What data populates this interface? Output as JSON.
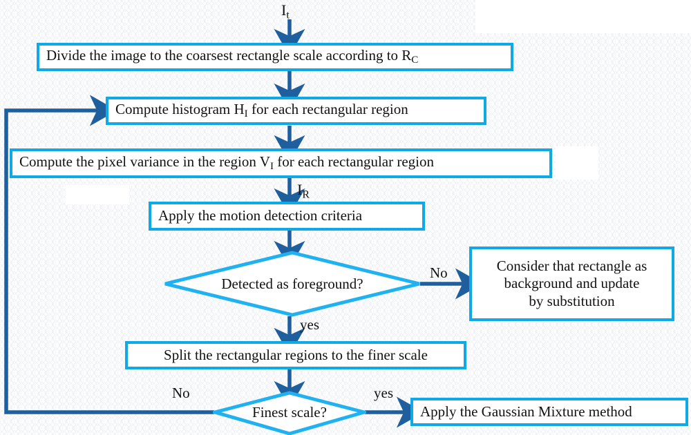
{
  "diagram": {
    "title": "Hierarchical rectangle-based motion detection flowchart",
    "type": "flowchart",
    "colors": {
      "node_border": "#0fa9e6",
      "connector": "#1f5f9e",
      "text": "#121212",
      "background": "#fdfdfe"
    }
  },
  "labels": {
    "input_signal": "I",
    "input_signal_sub": "t",
    "region_signal": "I",
    "region_signal_sub": "R"
  },
  "nodes": [
    {
      "id": "divide",
      "shape": "process",
      "text_pre": "Divide the image to the coarsest rectangle scale according to R",
      "text_sub": "C",
      "text_post": ""
    },
    {
      "id": "histogram",
      "shape": "process",
      "text_pre": "Compute histogram H",
      "text_sub": "I",
      "text_post": " for each rectangular region"
    },
    {
      "id": "variance",
      "shape": "process",
      "text_pre": "Compute the pixel variance in the region V",
      "text_sub": "I",
      "text_post": " for each rectangular region"
    },
    {
      "id": "criteria",
      "shape": "process",
      "text_pre": "Apply the motion detection criteria",
      "text_sub": "",
      "text_post": ""
    },
    {
      "id": "detected",
      "shape": "decision",
      "text_pre": "Detected as foreground?",
      "text_sub": "",
      "text_post": ""
    },
    {
      "id": "background",
      "shape": "process",
      "line1": "Consider that rectangle as",
      "line2": "background and update",
      "line3": "by substitution"
    },
    {
      "id": "split",
      "shape": "process",
      "text_pre": "Split the rectangular regions to the finer scale",
      "text_sub": "",
      "text_post": ""
    },
    {
      "id": "finest",
      "shape": "decision",
      "text_pre": "Finest scale?",
      "text_sub": "",
      "text_post": ""
    },
    {
      "id": "gmm",
      "shape": "process",
      "text_pre": "Apply the Gaussian Mixture method",
      "text_sub": "",
      "text_post": ""
    }
  ],
  "edge_labels": {
    "detected_no": "No",
    "detected_yes": "yes",
    "finest_no": "No",
    "finest_yes": "yes"
  }
}
